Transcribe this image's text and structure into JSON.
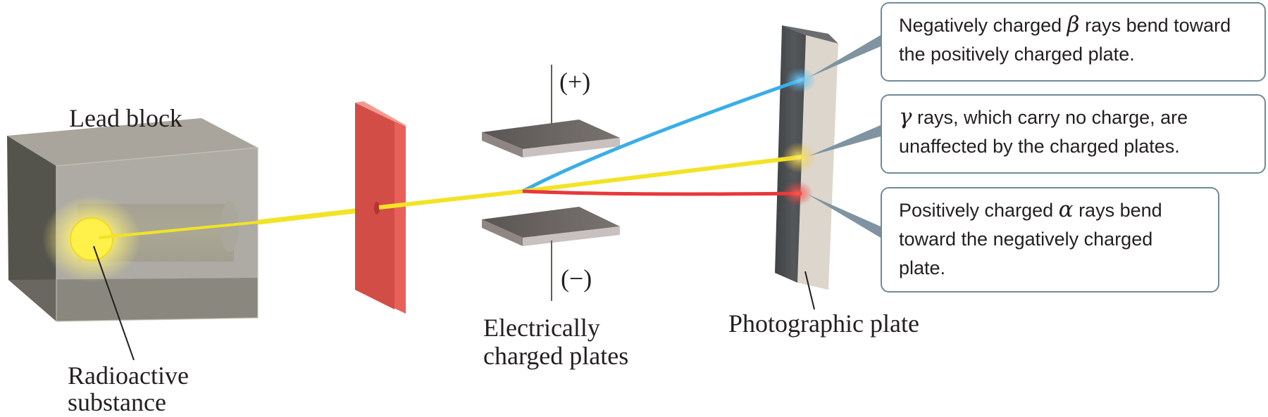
{
  "labels": {
    "lead_block": "Lead block",
    "radioactive_1": "Radioactive",
    "radioactive_2": "substance",
    "plus": "(+)",
    "minus": "(−)",
    "charged_plates_1": "Electrically",
    "charged_plates_2": "charged plates",
    "photographic_plate": "Photographic plate"
  },
  "callouts": {
    "beta": {
      "pre": "Negatively charged ",
      "symbol": "β",
      "post": " rays bend toward the positively charged plate."
    },
    "gamma": {
      "pre": "",
      "symbol": "γ",
      "post": " rays, which carry no charge, are unaffected by the charged plates."
    },
    "alpha": {
      "pre": "Positively charged ",
      "symbol": "α",
      "post": " rays bend toward the negatively charged plate."
    }
  },
  "colors": {
    "beta_ray": "#3aaee8",
    "gamma_ray": "#f2e326",
    "alpha_ray": "#e8383a",
    "lead_block": "#8d8a80",
    "shield": "#e8605a",
    "photo_plate": "#4e5050",
    "callout_border": "#6f8a9a"
  }
}
